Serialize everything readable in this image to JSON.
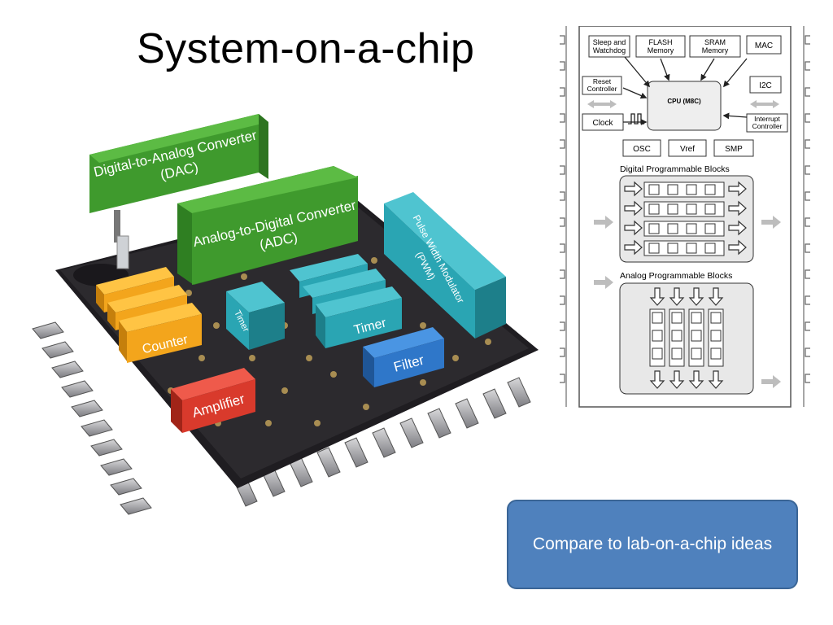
{
  "slide": {
    "title": "System-on-a-chip",
    "callout_text": "Compare to lab-on-a-chip ideas"
  },
  "chip_illustration": {
    "blocks": {
      "dac_line1": "Digital-to-Analog Converter",
      "dac_line2": "(DAC)",
      "adc_line1": "Analog-to-Digital Converter",
      "adc_line2": "(ADC)",
      "pwm_line1": "Pulse Width Modulator",
      "pwm_line2": "(PWM)",
      "counter": "Counter",
      "timer_small": "Timer",
      "timer": "Timer",
      "filter": "Filter",
      "amplifier": "Amplifier"
    },
    "colors": {
      "green": "#3f9a2d",
      "teal": "#2aa5b3",
      "orange": "#f3a51c",
      "red": "#d93a2c",
      "blue": "#2f77c9",
      "chip_body": "#2c2a2e"
    }
  },
  "block_diagram": {
    "top_boxes": {
      "sleep_line1": "Sleep and",
      "sleep_line2": "Watchdog",
      "flash_line1": "FLASH",
      "flash_line2": "Memory",
      "sram_line1": "SRAM",
      "sram_line2": "Memory",
      "mac": "MAC"
    },
    "mid_boxes": {
      "reset_line1": "Reset",
      "reset_line2": "Controller",
      "cpu": "CPU (M8C)",
      "i2c": "I2C",
      "clock": "Clock",
      "interrupt_line1": "Interrupt",
      "interrupt_line2": "Controller"
    },
    "small_boxes": {
      "osc": "OSC",
      "vref": "Vref",
      "smp": "SMP"
    },
    "digital_section_label": "Digital Programmable Blocks",
    "analog_section_label": "Analog Programmable Blocks"
  }
}
